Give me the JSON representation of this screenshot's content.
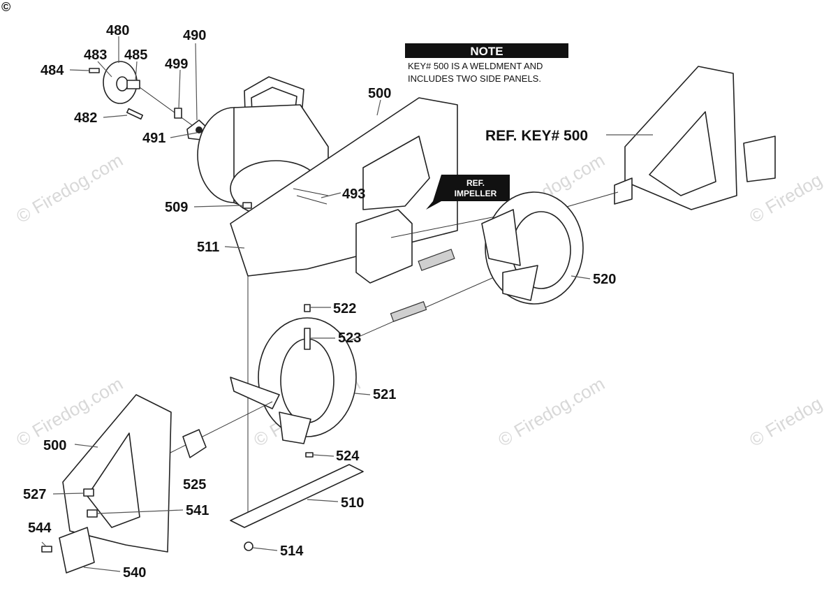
{
  "copyright_mark": "©",
  "note": {
    "title": "NOTE",
    "lines": [
      "KEY# 500 IS A WELDMENT AND",
      "INCLUDES TWO SIDE PANELS."
    ]
  },
  "ref_impeller": {
    "line1": "REF.",
    "line2": "IMPELLER"
  },
  "ref_key_label": "REF. KEY# 500",
  "watermark_text": "© Firedog.com",
  "callouts": {
    "c480": "480",
    "c483": "483",
    "c485": "485",
    "c484": "484",
    "c490": "490",
    "c499": "499",
    "c482": "482",
    "c491": "491",
    "c500a": "500",
    "c493": "493",
    "c509": "509",
    "c511": "511",
    "c520": "520",
    "c522": "522",
    "c523": "523",
    "c521": "521",
    "c500b": "500",
    "c524": "524",
    "c525": "525",
    "c527": "527",
    "c541": "541",
    "c510": "510",
    "c544": "544",
    "c514": "514",
    "c540": "540"
  }
}
